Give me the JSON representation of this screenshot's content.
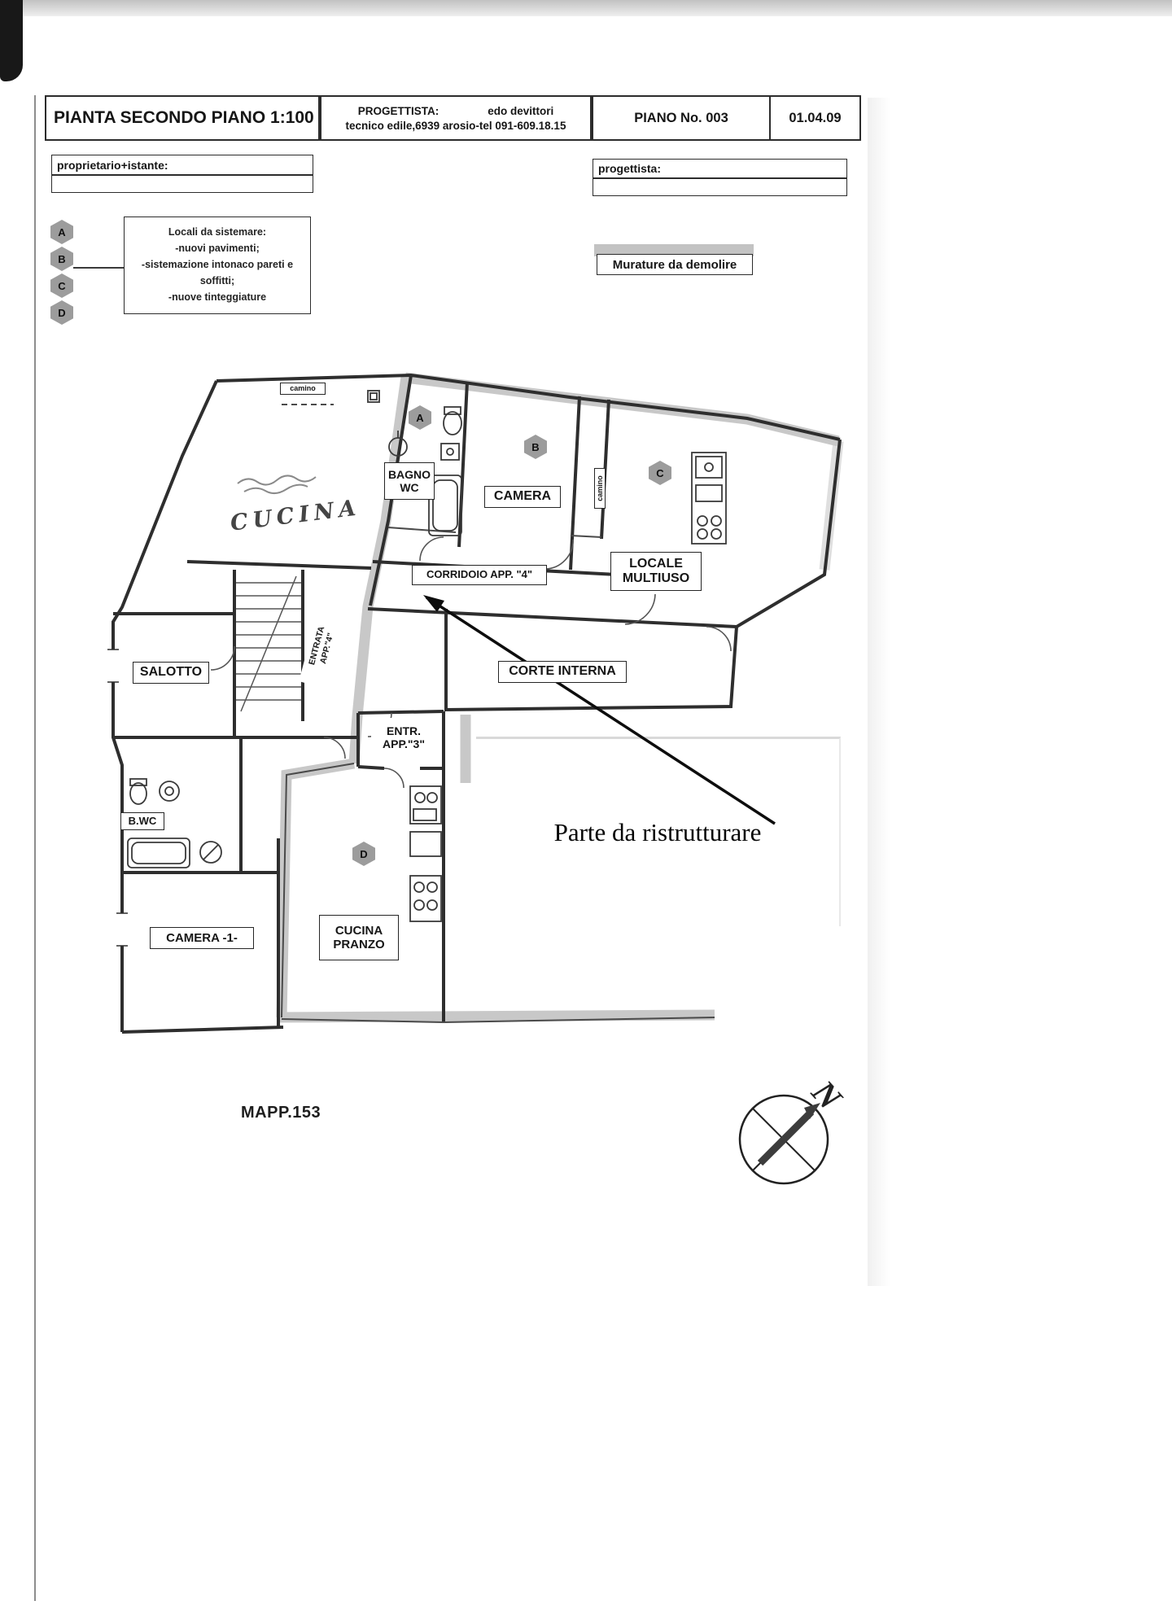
{
  "title_block": {
    "title": "PIANTA SECONDO PIANO 1:100",
    "progettista_label": "PROGETTISTA:",
    "progettista_name": "edo devittori",
    "progettista_address": "tecnico edile,6939 arosio-tel 091-609.18.15",
    "piano_no": "PIANO No. 003",
    "date": "01.04.09"
  },
  "fields": {
    "proprietario_label": "proprietario+istante:",
    "progettista_field_label": "progettista:"
  },
  "legend": {
    "markers": [
      "A",
      "B",
      "C",
      "D"
    ],
    "lines": [
      "Locali da sistemare:",
      "-nuovi pavimenti;",
      "-sistemazione intonaco pareti e",
      "soffitti;",
      "-nuove tinteggiature"
    ],
    "demolish_label": "Murature da demolire",
    "highlight_color": "#bfbfbf"
  },
  "plan": {
    "labels": {
      "camino_top": "camino",
      "cucina_hand": "CUCINA",
      "bagno_line1": "BAGNO",
      "bagno_line2": "WC",
      "camera": "CAMERA",
      "camino_right": "camino",
      "locale_line1": "LOCALE",
      "locale_line2": "MULTIUSO",
      "corridoio": "CORRIDOIO APP. \"4\"",
      "entrata_line1": "ENTRATA",
      "entrata_line2": "APP.\"4\"",
      "salotto": "SALOTTO",
      "corte": "CORTE INTERNA",
      "entr3_line1": "ENTR.",
      "entr3_line2": "APP.\"3\"",
      "bwc": "B.WC",
      "camera1": "CAMERA -1-",
      "cucina2_line1": "CUCINA",
      "cucina2_line2": "PRANZO",
      "mapp": "MAPP.153"
    },
    "markers": {
      "a": "A",
      "b": "B",
      "c": "C",
      "d": "D"
    },
    "annotation": "Parte da ristrutturare",
    "compass_north": "N"
  }
}
